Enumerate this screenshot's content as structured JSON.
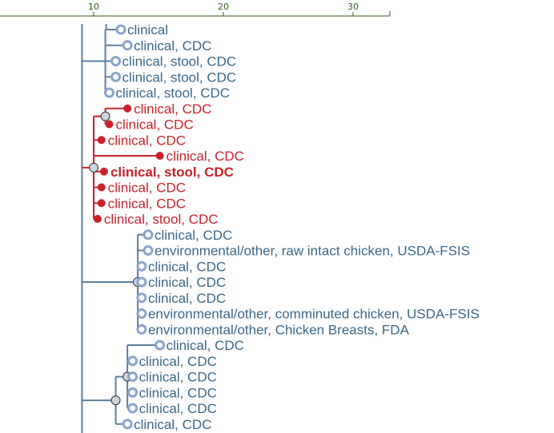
{
  "colors": {
    "axis": "#2f5e1a",
    "blue": "#5b7fa0",
    "blue_text": "#3a6788",
    "blue_leaf_ring": "#8aa4cc",
    "red": "#c8232b",
    "internal_fill": "#cbd5e0",
    "internal_stroke": "#333333"
  },
  "axis": {
    "ticks": [
      {
        "label": "10",
        "value": 10
      },
      {
        "label": "20",
        "value": 20
      },
      {
        "label": "30",
        "value": 30
      }
    ]
  },
  "leaves": [
    {
      "label": "clinical",
      "group": "blue"
    },
    {
      "label": "clinical, CDC",
      "group": "blue"
    },
    {
      "label": "clinical, stool, CDC",
      "group": "blue"
    },
    {
      "label": "clinical, stool, CDC",
      "group": "blue"
    },
    {
      "label": "clinical, stool, CDC",
      "group": "blue"
    },
    {
      "label": "clinical, CDC",
      "group": "red"
    },
    {
      "label": "clinical, CDC",
      "group": "red"
    },
    {
      "label": "clinical, CDC",
      "group": "red"
    },
    {
      "label": "clinical, CDC",
      "group": "red"
    },
    {
      "label": "clinical, stool, CDC",
      "group": "red",
      "bold": true
    },
    {
      "label": "clinical, CDC",
      "group": "red"
    },
    {
      "label": "clinical, CDC",
      "group": "red"
    },
    {
      "label": "clinical, stool, CDC",
      "group": "red"
    },
    {
      "label": "clinical, CDC",
      "group": "blue"
    },
    {
      "label": "environmental/other, raw intact chicken, USDA-FSIS",
      "group": "blue"
    },
    {
      "label": "clinical, CDC",
      "group": "blue"
    },
    {
      "label": "clinical, CDC",
      "group": "blue"
    },
    {
      "label": "clinical, CDC",
      "group": "blue"
    },
    {
      "label": "environmental/other, comminuted chicken, USDA-FSIS",
      "group": "blue"
    },
    {
      "label": "environmental/other, Chicken Breasts, FDA",
      "group": "blue"
    },
    {
      "label": "clinical, CDC",
      "group": "blue"
    },
    {
      "label": "clinical, CDC",
      "group": "blue"
    },
    {
      "label": "clinical, CDC",
      "group": "blue"
    },
    {
      "label": "clinical, CDC",
      "group": "blue"
    },
    {
      "label": "clinical, CDC",
      "group": "blue"
    },
    {
      "label": "clinical, CDC",
      "group": "blue"
    }
  ]
}
